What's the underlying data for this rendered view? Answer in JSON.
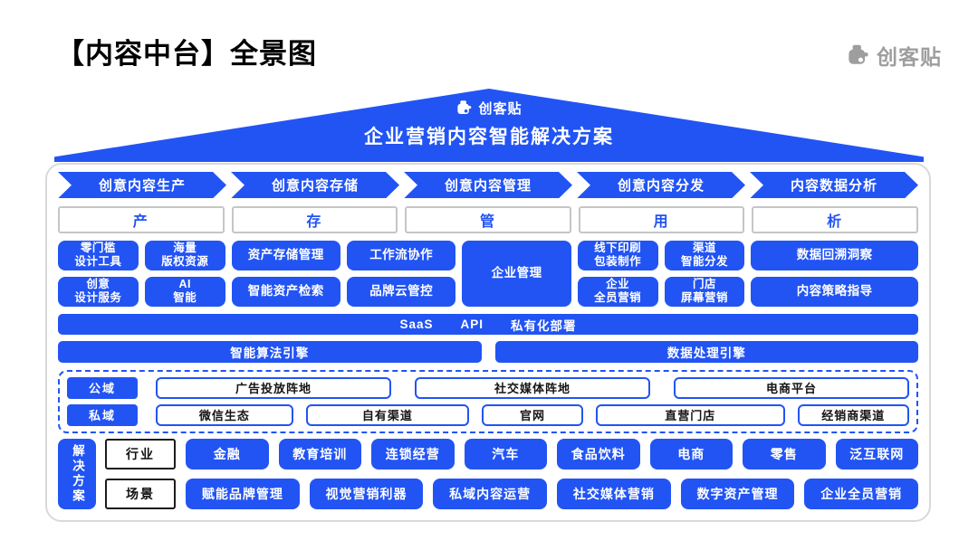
{
  "header": {
    "title": "【内容中台】全景图",
    "brand": "创客贴"
  },
  "roof": {
    "brand": "创客贴",
    "title": "企业营销内容智能解决方案"
  },
  "flow_steps": [
    "创意内容生产",
    "创意内容存储",
    "创意内容管理",
    "创意内容分发",
    "内容数据分析"
  ],
  "pillars": [
    "产",
    "存",
    "管",
    "用",
    "析"
  ],
  "features": {
    "produce": [
      "零门槛\n设计工具",
      "海量\n版权资源",
      "创意\n设计服务",
      "AI\n智能"
    ],
    "store": [
      "资产存储管理",
      "智能资产检索"
    ],
    "manage": [
      "工作流协作",
      "品牌云管控"
    ],
    "enterprise": "企业管理",
    "use": [
      "线下印刷\n包装制作",
      "渠道\n智能分发",
      "企业\n全员营销",
      "门店\n屏幕营销"
    ],
    "analyze": [
      "数据回溯洞察",
      "内容策略指导"
    ]
  },
  "deployment": [
    "SaaS",
    "API",
    "私有化部署"
  ],
  "engines": [
    "智能算法引擎",
    "数据处理引擎"
  ],
  "channels": {
    "public": {
      "label": "公域",
      "items": [
        "广告投放阵地",
        "社交媒体阵地",
        "电商平台"
      ]
    },
    "private": {
      "label": "私域",
      "items": [
        "微信生态",
        "自有渠道",
        "官网",
        "直营门店",
        "经销商渠道"
      ]
    }
  },
  "solutions": {
    "label": "解决方案",
    "industry": {
      "label": "行业",
      "items": [
        "金融",
        "教育培训",
        "连锁经营",
        "汽车",
        "食品饮料",
        "电商",
        "零售",
        "泛互联网"
      ]
    },
    "scene": {
      "label": "场景",
      "items": [
        "赋能品牌管理",
        "视觉营销利器",
        "私域内容运营",
        "社交媒体营销",
        "数字资产管理",
        "企业全员营销"
      ]
    }
  },
  "colors": {
    "primary": "#2254F4",
    "logo_gray": "#9E9E9E",
    "panel_border": "#D9D9D9"
  }
}
